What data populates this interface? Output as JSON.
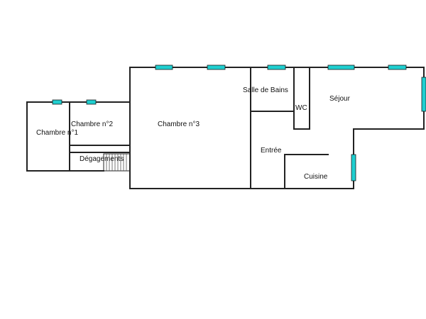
{
  "colors": {
    "wall": "#222222",
    "window": "#1fcfd0",
    "background": "#ffffff"
  },
  "rooms": {
    "chambre1": "Chambre n°1",
    "chambre2": "Chambre n°2",
    "chambre3": "Chambre n°3",
    "degagements": "Dégagements",
    "salle_de_bains": "Salle de Bains",
    "wc": "WC",
    "sejour": "Séjour",
    "entree": "Entrée",
    "cuisine": "Cuisine"
  }
}
